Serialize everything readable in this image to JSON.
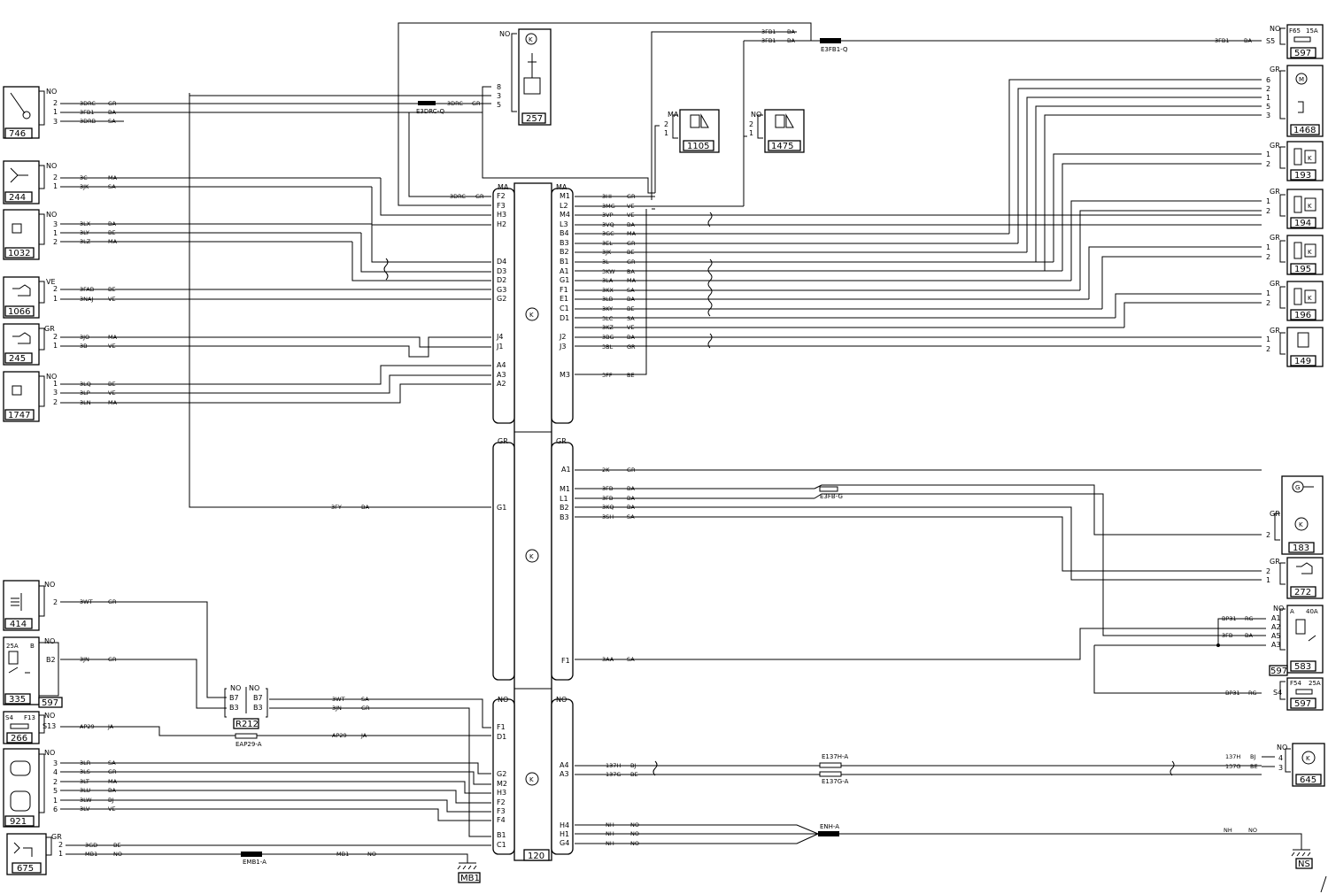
{
  "diagram": {
    "ecu": {
      "label": "120",
      "top_left_color": "MA",
      "top_right_color": "MA",
      "mid_left_color": "GR",
      "mid_right_color": "GR",
      "bottom_left_color": "NO",
      "bottom_right_color": "NO"
    },
    "components": [
      {
        "id": "746",
        "colors": [
          "NO"
        ],
        "pins": [
          "2",
          "1",
          "3"
        ]
      },
      {
        "id": "244",
        "colors": [
          "NO"
        ],
        "pins": [
          "2",
          "1"
        ]
      },
      {
        "id": "1032",
        "colors": [
          "NO"
        ],
        "pins": [
          "3",
          "1",
          "2"
        ]
      },
      {
        "id": "1066",
        "colors": [
          "VE"
        ],
        "pins": [
          "2",
          "1"
        ]
      },
      {
        "id": "245",
        "colors": [
          "GR"
        ],
        "pins": [
          "2",
          "1"
        ]
      },
      {
        "id": "1747",
        "colors": [
          "NO"
        ],
        "pins": [
          "1",
          "3",
          "2"
        ]
      },
      {
        "id": "414",
        "colors": [
          "NO"
        ],
        "pins": [
          "2"
        ]
      },
      {
        "id": "335",
        "colors": [
          "NO"
        ],
        "pins": [
          "B2"
        ],
        "extra": [
          "25A",
          "B"
        ]
      },
      {
        "id": "597",
        "colors": [],
        "pins": []
      },
      {
        "id": "266",
        "colors": [
          "NO"
        ],
        "pins": [
          "S13"
        ],
        "extra": [
          "S4",
          "F13"
        ]
      },
      {
        "id": "921",
        "colors": [
          "NO"
        ],
        "pins": [
          "3",
          "4",
          "2",
          "5",
          "1",
          "6"
        ]
      },
      {
        "id": "675",
        "colors": [
          "GR"
        ],
        "pins": [
          "2",
          "1"
        ]
      },
      {
        "id": "257",
        "colors": [
          "NO"
        ],
        "pins": [
          "8",
          "3",
          "5"
        ]
      },
      {
        "id": "1105",
        "colors": [
          "MA"
        ],
        "pins": [
          "2",
          "1"
        ]
      },
      {
        "id": "1475",
        "colors": [
          "NO"
        ],
        "pins": [
          "2",
          "1"
        ]
      },
      {
        "id": "597",
        "colors": [
          "NO"
        ],
        "pins": [
          "S5"
        ],
        "extra": [
          "F65",
          "15A"
        ]
      },
      {
        "id": "1468",
        "colors": [
          "GR"
        ],
        "pins": [
          "6",
          "2",
          "1",
          "5",
          "3"
        ]
      },
      {
        "id": "193",
        "colors": [
          "GR"
        ],
        "pins": [
          "1",
          "2"
        ]
      },
      {
        "id": "194",
        "colors": [
          "GR"
        ],
        "pins": [
          "1",
          "2"
        ]
      },
      {
        "id": "195",
        "colors": [
          "GR"
        ],
        "pins": [
          "1",
          "2"
        ]
      },
      {
        "id": "196",
        "colors": [
          "GR"
        ],
        "pins": [
          "1",
          "2"
        ]
      },
      {
        "id": "149",
        "colors": [
          "GR"
        ],
        "pins": [
          "1",
          "2"
        ]
      },
      {
        "id": "183",
        "colors": [
          "GR"
        ],
        "pins": [
          "2"
        ]
      },
      {
        "id": "272",
        "colors": [
          "GR"
        ],
        "pins": [
          "2",
          "1"
        ]
      },
      {
        "id": "583",
        "colors": [
          "NO"
        ],
        "pins": [
          "A1",
          "A2",
          "A5",
          "A3"
        ],
        "extra": [
          "A",
          "40A"
        ]
      },
      {
        "id": "597",
        "colors": [],
        "pins": []
      },
      {
        "id": "597",
        "colors": [],
        "pins": [
          "S4"
        ],
        "extra": [
          "F54",
          "25A"
        ]
      },
      {
        "id": "645",
        "colors": [
          "NO"
        ],
        "pins": [
          "4",
          "3"
        ]
      },
      {
        "id": "R212",
        "colors": [
          "NO",
          "NO"
        ],
        "pins": [
          "B7",
          "B3",
          "B7",
          "B3"
        ]
      },
      {
        "id": "MB1",
        "colors": [],
        "pins": []
      },
      {
        "id": "NS",
        "colors": [],
        "pins": []
      }
    ],
    "ecu_pins_left_top": [
      "F2",
      "F3",
      "H3",
      "H2",
      "D4",
      "D3",
      "D2",
      "G3",
      "G2",
      "J4",
      "J1",
      "A4",
      "A3",
      "A2"
    ],
    "ecu_pins_right_top": [
      "M1",
      "L2",
      "M4",
      "L3",
      "B4",
      "B3",
      "B2",
      "B1",
      "A1",
      "G1",
      "F1",
      "E1",
      "C1",
      "D1",
      "J2",
      "J3",
      "M3"
    ],
    "ecu_pins_left_mid": [
      "G1"
    ],
    "ecu_pins_right_mid": [
      "A1",
      "M1",
      "L1",
      "B2",
      "B3",
      "F1"
    ],
    "ecu_pins_left_bottom": [
      "F1",
      "D1",
      "G2",
      "M2",
      "H3",
      "F2",
      "F3",
      "F4",
      "B1",
      "C1"
    ],
    "ecu_pins_right_bottom": [
      "A4",
      "A3",
      "H4",
      "H1",
      "G4"
    ],
    "wires": {
      "w746": [
        "3DRC",
        "GR",
        "3FB1",
        "BA",
        "3DRB",
        "SA"
      ],
      "w244": [
        "3C",
        "MA",
        "3JK",
        "SA"
      ],
      "w1032": [
        "3LX",
        "BA",
        "3LY",
        "BE",
        "3LZ",
        "MA"
      ],
      "w1066": [
        "3FAB",
        "BE",
        "3NAJ",
        "VE"
      ],
      "w245": [
        "3JO",
        "MA",
        "3B",
        "VE"
      ],
      "w1747": [
        "3LQ",
        "BE",
        "3LP",
        "VE",
        "3LN",
        "MA"
      ],
      "w257": [
        "3DRC",
        "GR"
      ],
      "w3drc_ecu": [
        "3DRC",
        "GR"
      ],
      "right_top": [
        [
          "3HI",
          "GR"
        ],
        [
          "3MG",
          "VE"
        ],
        [
          "3VP",
          "VE"
        ],
        [
          "3VQ",
          "BA"
        ],
        [
          "3GC",
          "MA"
        ],
        [
          "3EL",
          "GR"
        ],
        [
          "3JK",
          "BE"
        ],
        [
          "3L",
          "GR"
        ],
        [
          "3KW",
          "BA"
        ],
        [
          "3LA",
          "MA"
        ],
        [
          "3KX",
          "SA"
        ],
        [
          "3LB",
          "BA"
        ],
        [
          "3KY",
          "BE"
        ],
        [
          "3LC",
          "SA"
        ],
        [
          "3KZ",
          "VE"
        ],
        [
          "3BG",
          "BA"
        ],
        [
          "3BL",
          "GR"
        ],
        [
          "3FF",
          "BE"
        ]
      ],
      "w597top": [
        "3FB1",
        "BA",
        "3FB1",
        "BA",
        "3FB1",
        "BA"
      ],
      "mid": [
        [
          "2K",
          "GR"
        ],
        [
          "3FB",
          "BA"
        ],
        [
          "3FB",
          "BA"
        ],
        [
          "3KQ",
          "BA"
        ],
        [
          "3SH",
          "SA"
        ],
        [
          "3AA",
          "SA"
        ]
      ],
      "w3fy": [
        "3FY",
        "BA"
      ],
      "w414": [
        "3WT",
        "GR"
      ],
      "w335": [
        "3JN",
        "GR"
      ],
      "wR212": [
        "3WT",
        "SA",
        "3JN",
        "GR"
      ],
      "w266": [
        "AP29",
        "JA",
        "AP29",
        "JA"
      ],
      "w921": [
        [
          "3LR",
          "SA"
        ],
        [
          "3LS",
          "GR"
        ],
        [
          "3LT",
          "MA"
        ],
        [
          "3LU",
          "BA"
        ],
        [
          "3LW",
          "BJ"
        ],
        [
          "3LV",
          "VE"
        ]
      ],
      "w675": [
        [
          "3GD",
          "BE"
        ],
        [
          "MB1",
          "NO"
        ],
        [
          "MB1",
          "NO"
        ]
      ],
      "w583": [
        [
          "BP31",
          "RG"
        ],
        [
          "3FB",
          "BA"
        ],
        [
          "BP31",
          "RG"
        ]
      ],
      "w645": [
        [
          "137H",
          "BJ"
        ],
        [
          "137G",
          "BE"
        ],
        [
          "137H",
          "BJ"
        ],
        [
          "137G",
          "BE"
        ]
      ],
      "wground": [
        [
          "NH",
          "NO"
        ],
        [
          "NH",
          "NO"
        ],
        [
          "NH",
          "NO"
        ],
        [
          "NH",
          "NO"
        ]
      ]
    },
    "splices": [
      "E3DRC-Q",
      "E3FB1-Q",
      "E3FB-G",
      "EAP29-A",
      "E137H-A",
      "E137G-A",
      "ENH-A",
      "EMB1-A"
    ]
  }
}
